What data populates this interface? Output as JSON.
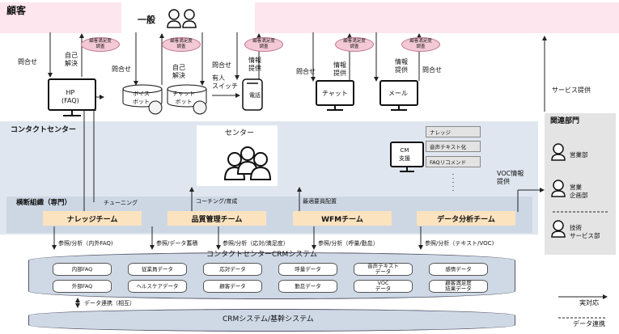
{
  "customer_band": {
    "title": "顧客",
    "general_label": "一般"
  },
  "customer_flows": {
    "inquiry": "問合せ",
    "self_resolve": "自己\n解決",
    "survey": "顧客満足度\n調査",
    "info_provide": "情報\n提供",
    "staffed_switch": "有人\nスイッチ"
  },
  "channels": {
    "hp": "HP\n(FAQ)",
    "voice_bot": "ボイス\nボット",
    "chat_bot": "チャット\nボット",
    "phone": "電話",
    "chat": "チャット",
    "mail": "メール"
  },
  "contact_center": {
    "title": "コンタクトセンター",
    "center_label": "センター",
    "cm_support": "CM\n支援",
    "cm_items": [
      "ナレッジ",
      "音声テキスト化",
      "FAQリコメンド"
    ],
    "voc_info": "VOC情報\n提供",
    "service_provide": "サービス提供"
  },
  "cross_org": {
    "title": "横断組織（専門）",
    "tuning": "チューニング",
    "coaching": "コーチング/育成",
    "staffing": "最適要員配置",
    "teams": [
      "ナレッジチーム",
      "品質管理チーム",
      "WFMチーム",
      "データ分析チーム"
    ]
  },
  "references": [
    "参照/分析（内外FAQ)",
    "参照/データ蓄積",
    "参照/分析（応対/満足度）",
    "参照/分析（呼量/勤怠）",
    "参照/分析（テキスト/VOC)"
  ],
  "crm": {
    "title": "コンタクトセンターCRMシステム",
    "row1": [
      "内部FAQ",
      "従業員データ",
      "応対データ",
      "呼量データ",
      "音声テキスト\nデータ",
      "感情データ"
    ],
    "row2": [
      "外部FAQ",
      "ヘルスケアデータ",
      "顧客データ",
      "勤怠データ",
      "VOC\nデータ",
      "顧客満足度\n結果データ"
    ],
    "data_link_mutual": "データ連携（相互）",
    "core_system": "CRMシステム/基幹システム"
  },
  "related_dept": {
    "title": "関連部門",
    "depts": [
      "営業部",
      "営業\n企画部",
      "技術\nサービス部"
    ]
  },
  "legend": {
    "real_response": "実対応",
    "data_link": "データ連携"
  }
}
